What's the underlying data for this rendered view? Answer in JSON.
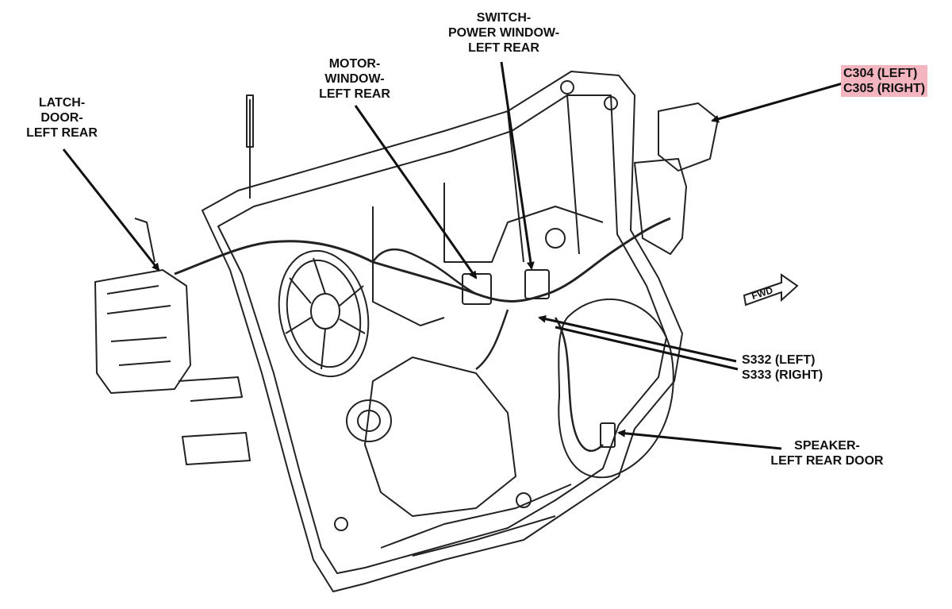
{
  "labels": {
    "latch": [
      "LATCH-",
      "DOOR-",
      "LEFT REAR"
    ],
    "motor": [
      "MOTOR-",
      "WINDOW-",
      "LEFT REAR"
    ],
    "switch": [
      "SWITCH-",
      "POWER WINDOW-",
      "LEFT REAR"
    ],
    "connector": [
      "C304 (LEFT)",
      "C305 (RIGHT)"
    ],
    "splice": [
      "S332 (LEFT)",
      "S333 (RIGHT)"
    ],
    "speaker": [
      "SPEAKER-",
      "LEFT REAR DOOR"
    ],
    "fwd": "FWD"
  },
  "colors": {
    "highlight": "#f3b6c0",
    "line": "#111111"
  }
}
